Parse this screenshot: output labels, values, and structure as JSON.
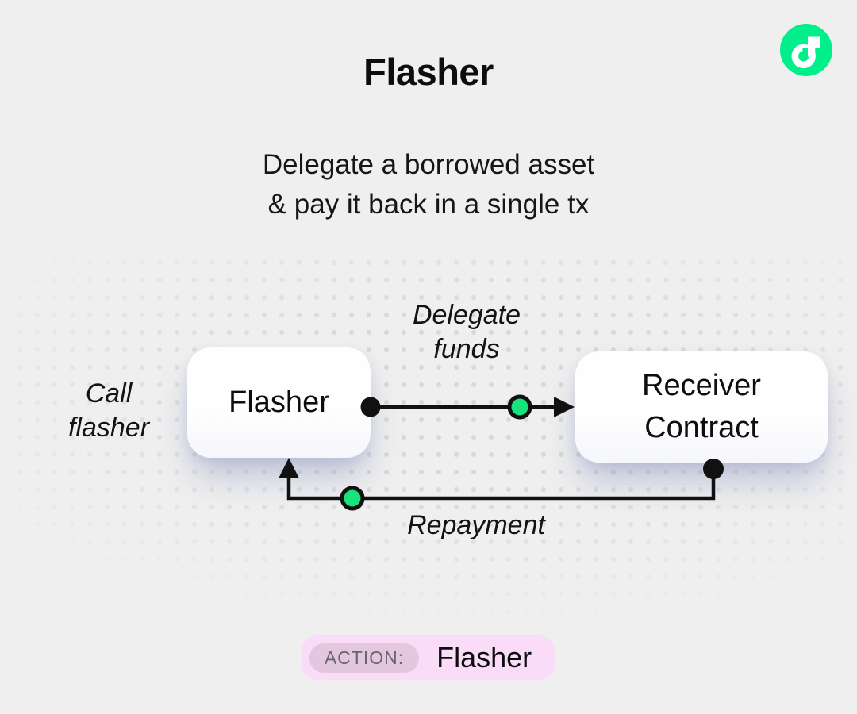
{
  "header": {
    "title": "Flasher",
    "subtitle_lines": [
      "Delegate a borrowed asset",
      "& pay it back in a single tx"
    ]
  },
  "logo": {
    "name": "flow-logo",
    "green": "#00ef8b",
    "glyph_color": "#ffffff"
  },
  "diagram": {
    "nodes": {
      "flasher": "Flasher",
      "receiver": "Receiver Contract"
    },
    "labels": {
      "call": "Call flasher",
      "delegate": "Delegate funds",
      "repayment": "Repayment"
    },
    "accent_green": "#17e27c",
    "line_color": "#111111",
    "dot_color": "#d8d8da",
    "node_shadow_tint": "#7c86b8"
  },
  "action_bar": {
    "badge": "ACTION:",
    "value": "Flasher",
    "pill_bg": "#fadcf8",
    "badge_bg": "#e2c7de",
    "badge_text_color": "#6b6470"
  },
  "background_color": "#efefef"
}
